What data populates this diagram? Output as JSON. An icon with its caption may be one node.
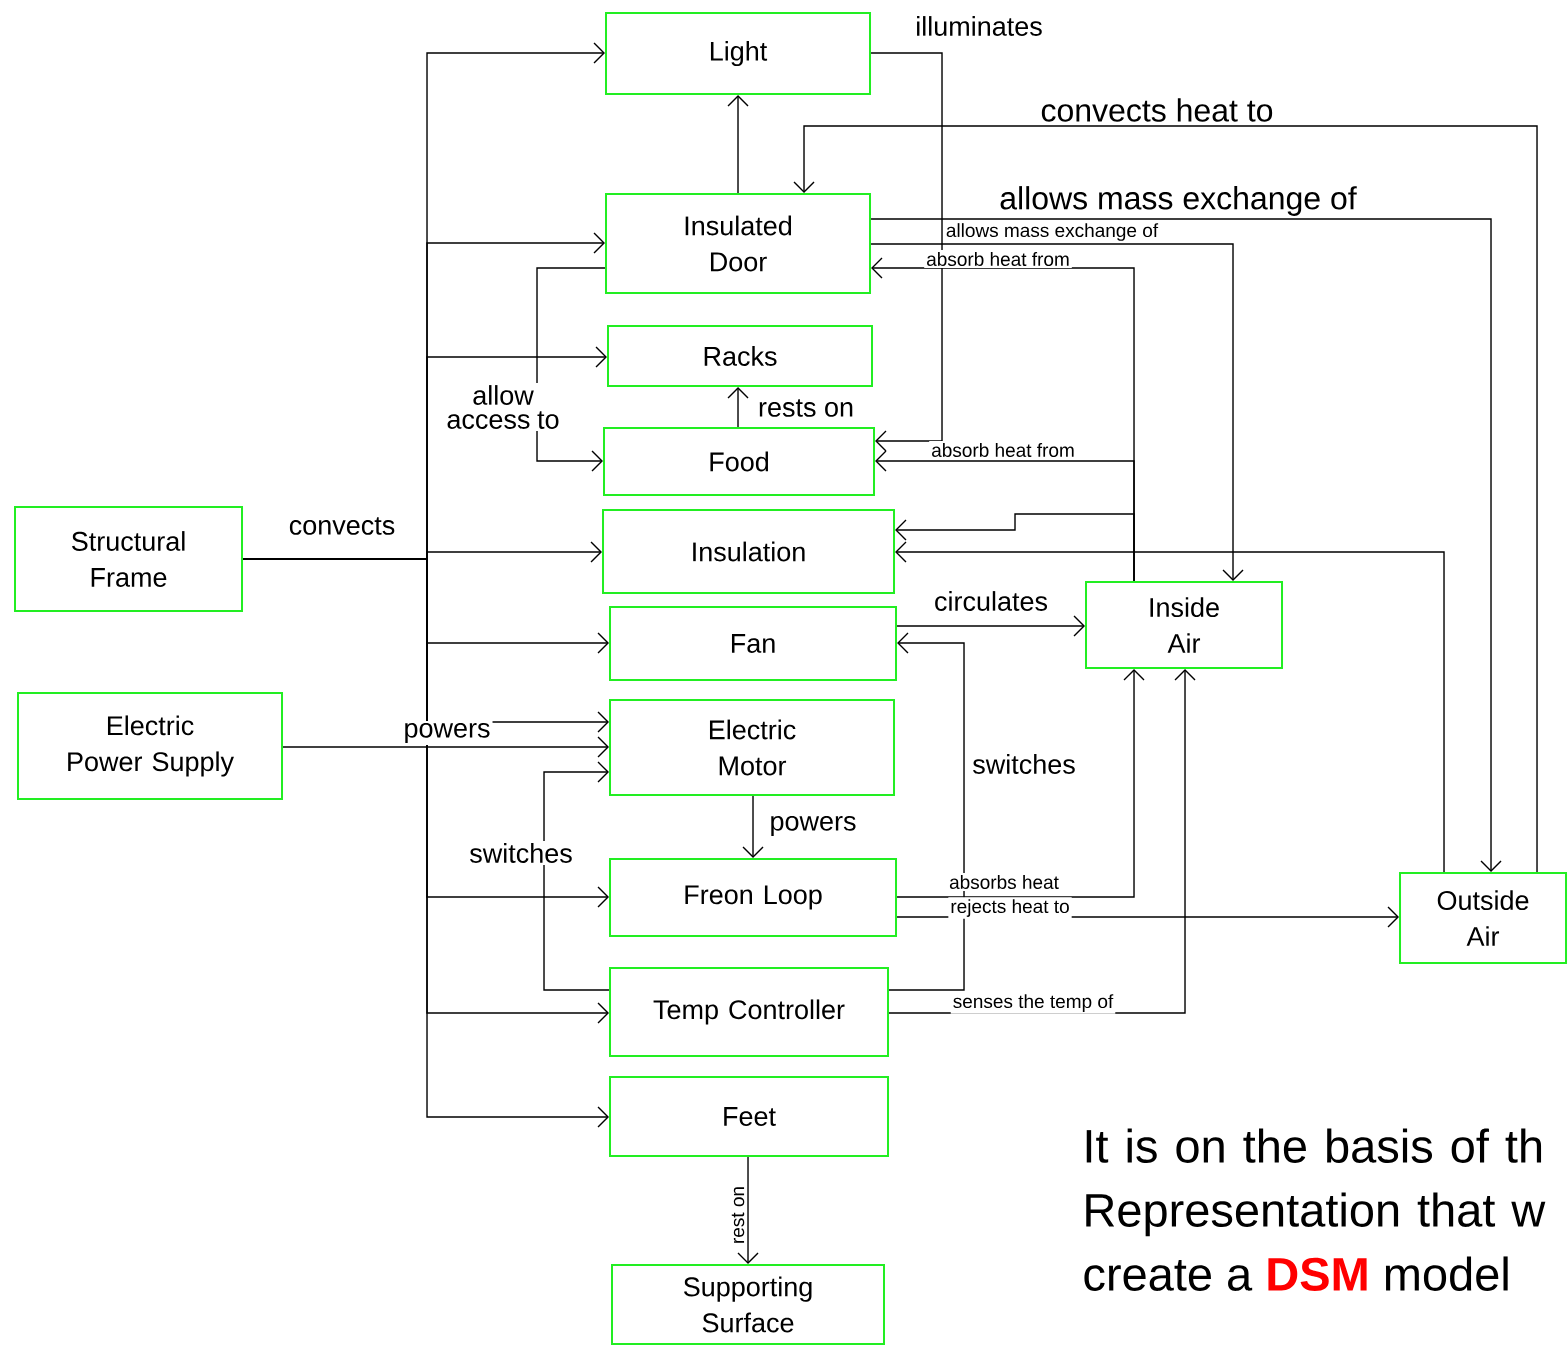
{
  "diagram": {
    "nodes": [
      {
        "text": [
          "Light"
        ]
      },
      {
        "text": [
          "Insulated Door"
        ]
      },
      {
        "text": [
          "Racks"
        ]
      },
      {
        "text": [
          "Food"
        ]
      },
      {
        "text": [
          "Insulation"
        ]
      },
      {
        "text": [
          "Fan"
        ]
      },
      {
        "text": [
          "Electric Motor"
        ]
      },
      {
        "text": [
          "Freon Loop"
        ]
      },
      {
        "text": [
          "Temp Controller"
        ]
      },
      {
        "text": [
          "Feet"
        ]
      },
      {
        "text": [
          "Supporting Surface"
        ]
      },
      {
        "text": [
          "Structural Frame"
        ]
      },
      {
        "text": [
          "Electric Power Supply"
        ]
      },
      {
        "text": [
          "Inside Air"
        ]
      },
      {
        "text": [
          "Outside Air"
        ]
      }
    ],
    "edges": [
      {
        "from": 11,
        "to": 0,
        "arrow": "to"
      },
      {
        "from": 11,
        "to": 1,
        "arrow": "to"
      },
      {
        "from": 11,
        "to": 2,
        "arrow": "to"
      },
      {
        "from": 11,
        "to": 4,
        "arrow": "to",
        "label": "convects"
      },
      {
        "from": 11,
        "to": 5,
        "arrow": "to"
      },
      {
        "from": 11,
        "to": 6,
        "arrow": "to"
      },
      {
        "from": 11,
        "to": 7,
        "arrow": "to"
      },
      {
        "from": 11,
        "to": 8,
        "arrow": "to"
      },
      {
        "from": 11,
        "to": 9,
        "arrow": "to"
      },
      {
        "from": 12,
        "to": 6,
        "arrow": "to",
        "label": "powers"
      },
      {
        "from": 1,
        "to": 0,
        "arrow": "to"
      },
      {
        "from": 1,
        "to": 3,
        "arrow": "to",
        "label": "allow access to"
      },
      {
        "from": 0,
        "to": 3,
        "arrow": "to",
        "label": "illuminates"
      },
      {
        "from": 14,
        "to": 1,
        "arrow": "to",
        "label": "convects heat to"
      },
      {
        "from": 1,
        "to": 14,
        "arrow": "to",
        "label": "allows mass exchange of"
      },
      {
        "from": 1,
        "to": 13,
        "arrow": "to",
        "label": "allows mass exchange of"
      },
      {
        "from": 13,
        "to": 1,
        "arrow": "to",
        "label": "absorb heat from"
      },
      {
        "from": 13,
        "to": 3,
        "arrow": "to",
        "label": "absorb heat from"
      },
      {
        "from": 13,
        "to": 4,
        "arrow": "to"
      },
      {
        "from": 14,
        "to": 4,
        "arrow": "to"
      },
      {
        "from": 3,
        "to": 2,
        "arrow": "to",
        "label": "rests on"
      },
      {
        "from": 5,
        "to": 13,
        "arrow": "to",
        "label": "circulates"
      },
      {
        "from": 8,
        "to": 5,
        "arrow": "to",
        "label": "switches"
      },
      {
        "from": 8,
        "to": 6,
        "arrow": "to",
        "label": "switches"
      },
      {
        "from": 6,
        "to": 7,
        "arrow": "to",
        "label": "powers"
      },
      {
        "from": 7,
        "to": 13,
        "arrow": "to",
        "label": "absorbs heat"
      },
      {
        "from": 7,
        "to": 14,
        "arrow": "to",
        "label": "rejects heat to"
      },
      {
        "from": 8,
        "to": 13,
        "arrow": "to",
        "label": "senses the temp of"
      },
      {
        "from": 9,
        "to": 10,
        "arrow": "to",
        "label": "rest on"
      }
    ],
    "labels": [
      "It is on the basis of th Representation that w create a **DSM** model"
    ]
  }
}
